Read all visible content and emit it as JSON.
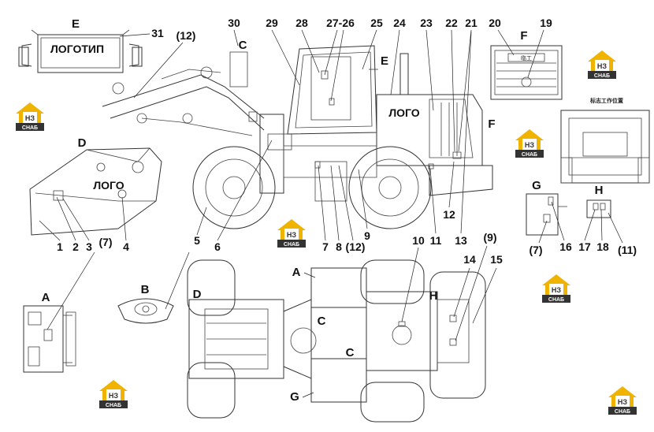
{
  "title_letters": {
    "E": "E",
    "C": "C",
    "F": "F",
    "D": "D",
    "G": "G",
    "H": "H",
    "A": "A",
    "B": "B"
  },
  "logos": {
    "front_grille": "ЛОГОТИП",
    "body_side": "ЛОГО",
    "bucket": "ЛОГО"
  },
  "callouts": {
    "n1": "1",
    "n2": "2",
    "n3": "3",
    "n4": "4",
    "n5": "5",
    "n6": "6",
    "n7": "7",
    "n8": "8",
    "n9": "9",
    "n10": "10",
    "n11": "11",
    "n12": "12",
    "n13": "13",
    "n14": "14",
    "n15": "15",
    "n16": "16",
    "n17": "17",
    "n18": "18",
    "n19": "19",
    "n20": "20",
    "n21": "21",
    "n22": "22",
    "n23": "23",
    "n24": "24",
    "n25": "25",
    "n27_26": "27-26",
    "n28": "28",
    "n29": "29",
    "n30": "30",
    "n31": "31",
    "p7a": "(7)",
    "p7b": "(7)",
    "p9a": "(9)",
    "p11": "(11)",
    "p12a": "(12)",
    "p12b": "(12)"
  },
  "view_labels": {
    "A1": "A",
    "A2": "A",
    "B": "B",
    "C1": "C",
    "C2": "C",
    "C3": "C",
    "D1": "D",
    "D2": "D",
    "E1": "E",
    "E2": "E",
    "F1": "F",
    "F2": "F",
    "G1": "G",
    "G2": "G",
    "H1": "H",
    "H2": "H"
  },
  "watermark": {
    "mono": "НЗ",
    "text": "СНАБ",
    "color": "#f0b400",
    "dark": "#333333"
  },
  "small_texts": {
    "chinese_plate": "临工",
    "rear_caption": "标志工作位置"
  }
}
